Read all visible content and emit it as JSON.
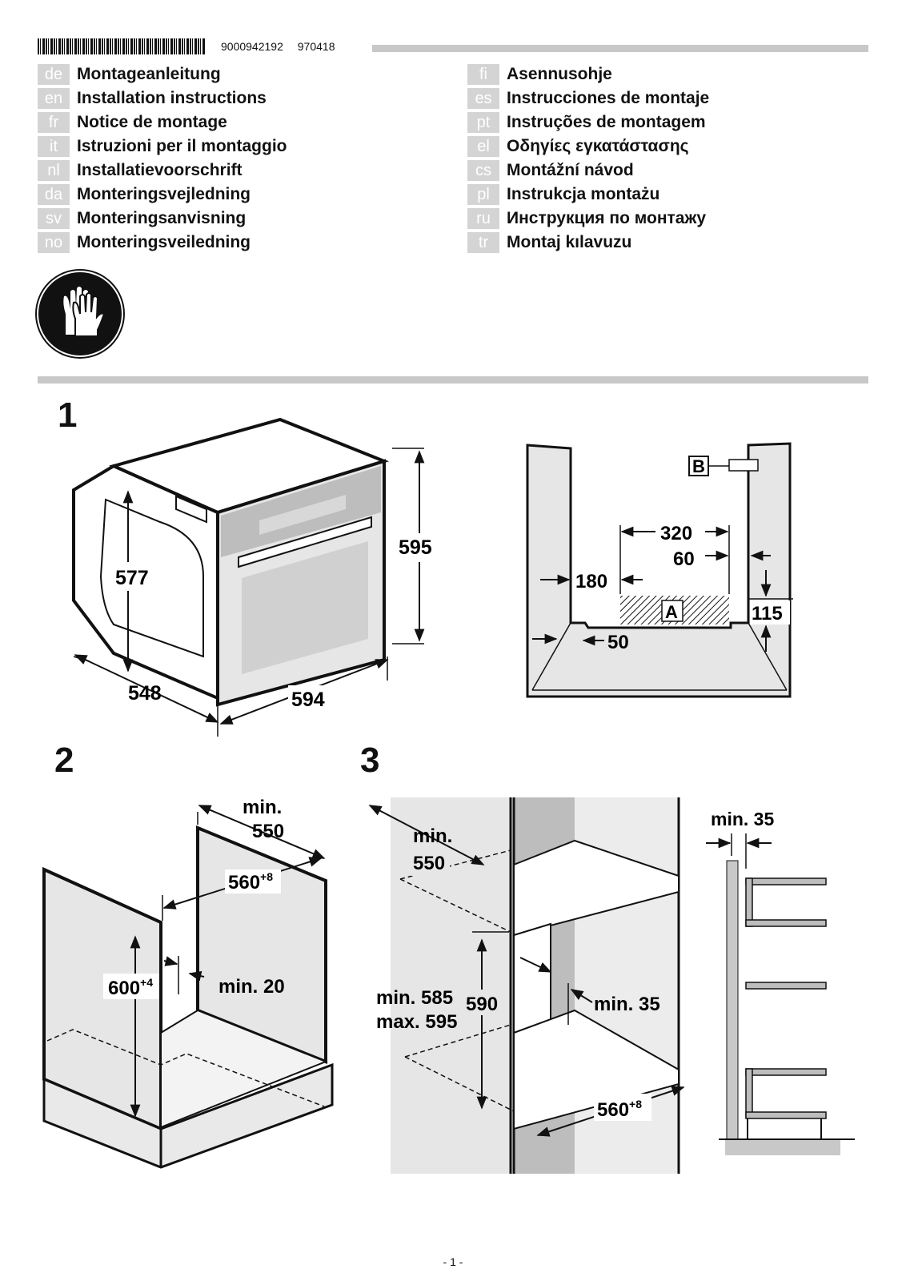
{
  "header": {
    "doc_number": "9000942192",
    "date_code": "970418"
  },
  "languages_left": [
    {
      "code": "de",
      "title": "Montageanleitung"
    },
    {
      "code": "en",
      "title": "Installation instructions"
    },
    {
      "code": "fr",
      "title": "Notice de montage"
    },
    {
      "code": "it",
      "title": "Istruzioni per il montaggio"
    },
    {
      "code": "nl",
      "title": "Installatievoorschrift"
    },
    {
      "code": "da",
      "title": "Monteringsvejledning"
    },
    {
      "code": "sv",
      "title": "Monteringsanvisning"
    },
    {
      "code": "no",
      "title": "Monteringsveiledning"
    }
  ],
  "languages_right": [
    {
      "code": "fi",
      "title": "Asennusohje"
    },
    {
      "code": "es",
      "title": "Instrucciones de montaje"
    },
    {
      "code": "pt",
      "title": "Instruções de montagem"
    },
    {
      "code": "el",
      "title": "Οδηγίες εγκατάστασης"
    },
    {
      "code": "cs",
      "title": "Montážní návod"
    },
    {
      "code": "pl",
      "title": "Instrukcja montażu"
    },
    {
      "code": "ru",
      "title": "Инструкция по монтажу"
    },
    {
      "code": "tr",
      "title": "Montaj kılavuzu"
    }
  ],
  "icons": {
    "safety": "gloves-icon"
  },
  "figure1": {
    "number": "1",
    "dim_height_inner": "577",
    "dim_height": "595",
    "dim_depth": "548",
    "dim_width": "594",
    "dim_320": "320",
    "dim_60": "60",
    "dim_180": "180",
    "dim_115": "115",
    "dim_50": "50",
    "label_a": "A",
    "label_b": "B"
  },
  "figure2": {
    "number": "2",
    "min": "min.",
    "depth": "550",
    "width": "560",
    "width_tol": "+8",
    "height": "600",
    "height_tol": "+4",
    "gap": "min. 20"
  },
  "figure3": {
    "number": "3",
    "min": "min.",
    "depth": "550",
    "height_min": "min. 585",
    "height_max": "max. 595",
    "height_590": "590",
    "gap": "min. 35",
    "width": "560",
    "width_tol": "+8",
    "side_gap": "min. 35"
  },
  "footer": {
    "page": "- 1 -"
  }
}
